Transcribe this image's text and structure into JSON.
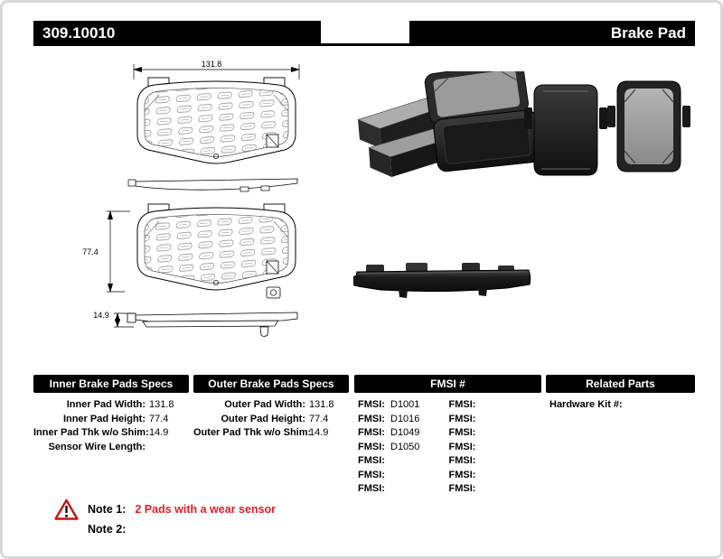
{
  "header": {
    "part_number": "309.10010",
    "product_type": "Brake Pad"
  },
  "dimensions": {
    "width": "131.8",
    "height": "77.4",
    "thickness": "14.9"
  },
  "spec_tables": {
    "inner": {
      "title": "Inner Brake Pads Specs",
      "rows": [
        {
          "label": "Inner Pad Width:",
          "value": "131.8"
        },
        {
          "label": "Inner Pad Height:",
          "value": "77.4"
        },
        {
          "label": "Inner Pad Thk w/o Shim:",
          "value": "14.9"
        },
        {
          "label": "Sensor Wire Length:",
          "value": ""
        }
      ]
    },
    "outer": {
      "title": "Outer Brake Pads Specs",
      "rows": [
        {
          "label": "Outer Pad Width:",
          "value": "131.8"
        },
        {
          "label": "Outer Pad Height:",
          "value": "77.4"
        },
        {
          "label": "Outer Pad Thk w/o Shim:",
          "value": "14.9"
        }
      ]
    },
    "fmsi": {
      "title": "FMSI #",
      "left_column": [
        {
          "label": "FMSI:",
          "value": "D1001"
        },
        {
          "label": "FMSI:",
          "value": "D1016"
        },
        {
          "label": "FMSI:",
          "value": "D1049"
        },
        {
          "label": "FMSI:",
          "value": "D1050"
        },
        {
          "label": "FMSI:",
          "value": ""
        },
        {
          "label": "FMSI:",
          "value": ""
        },
        {
          "label": "FMSI:",
          "value": ""
        }
      ],
      "right_column": [
        {
          "label": "FMSI:",
          "value": ""
        },
        {
          "label": "FMSI:",
          "value": ""
        },
        {
          "label": "FMSI:",
          "value": ""
        },
        {
          "label": "FMSI:",
          "value": ""
        },
        {
          "label": "FMSI:",
          "value": ""
        },
        {
          "label": "FMSI:",
          "value": ""
        },
        {
          "label": "FMSI:",
          "value": ""
        }
      ]
    },
    "related": {
      "title": "Related Parts",
      "rows": [
        {
          "label": "Hardware Kit #:",
          "value": ""
        }
      ]
    }
  },
  "notes": {
    "note1_label": "Note 1:",
    "note1_text": "2 Pads with a wear sensor",
    "note2_label": "Note 2:",
    "note2_text": ""
  },
  "colors": {
    "header_bar": "#000000",
    "note_accent": "#e31e25"
  }
}
